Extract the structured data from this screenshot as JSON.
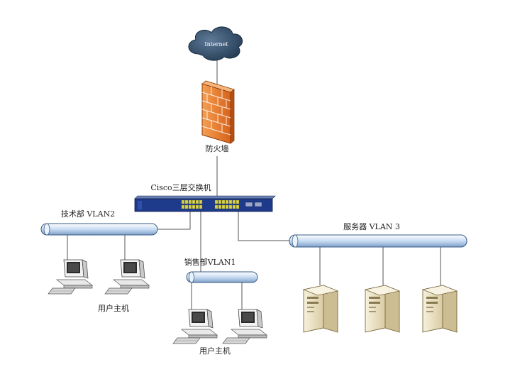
{
  "internet": {
    "label": "Internet"
  },
  "firewall": {
    "label": "防火墙"
  },
  "switch": {
    "label": "Cisco三层交换机"
  },
  "vlans": {
    "tech": {
      "label": "技术部 VLAN2",
      "host_label": "用户主机"
    },
    "sales": {
      "label": "销售部VLAN1",
      "host_label": "用户主机"
    },
    "servers": {
      "label": "服务器 VLAN 3"
    }
  },
  "colors": {
    "cloud": "#36506b",
    "firewall_brick": "#e8761f",
    "bus": "#cfe0f4",
    "bus_border": "#3a5b86",
    "switch_body": "#1e3a8a",
    "port": "#d7d24a",
    "server": "#f1e8cf"
  }
}
